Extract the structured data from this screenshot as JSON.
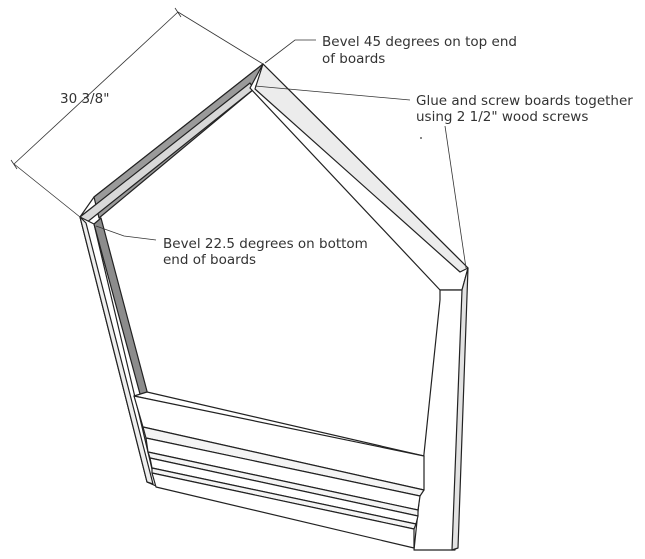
{
  "dimension": {
    "text": "30 3/8\""
  },
  "callouts": {
    "top_bevel": {
      "line1": "Bevel 45 degrees on top end",
      "line2": "of boards"
    },
    "glue_screw": {
      "line1": "Glue and screw boards together",
      "line2": "using 2 1/2\" wood screws"
    },
    "bottom_bevel": {
      "line1": "Bevel 22.5 degrees on bottom",
      "line2": "end of boards"
    }
  },
  "colors": {
    "board_face": "#ffffff",
    "board_side_light": "#e6e6e6",
    "board_side_mid": "#c8c8c8",
    "board_inner_shadow": "#8a8a8a",
    "line": "#222222",
    "text": "#333333"
  }
}
